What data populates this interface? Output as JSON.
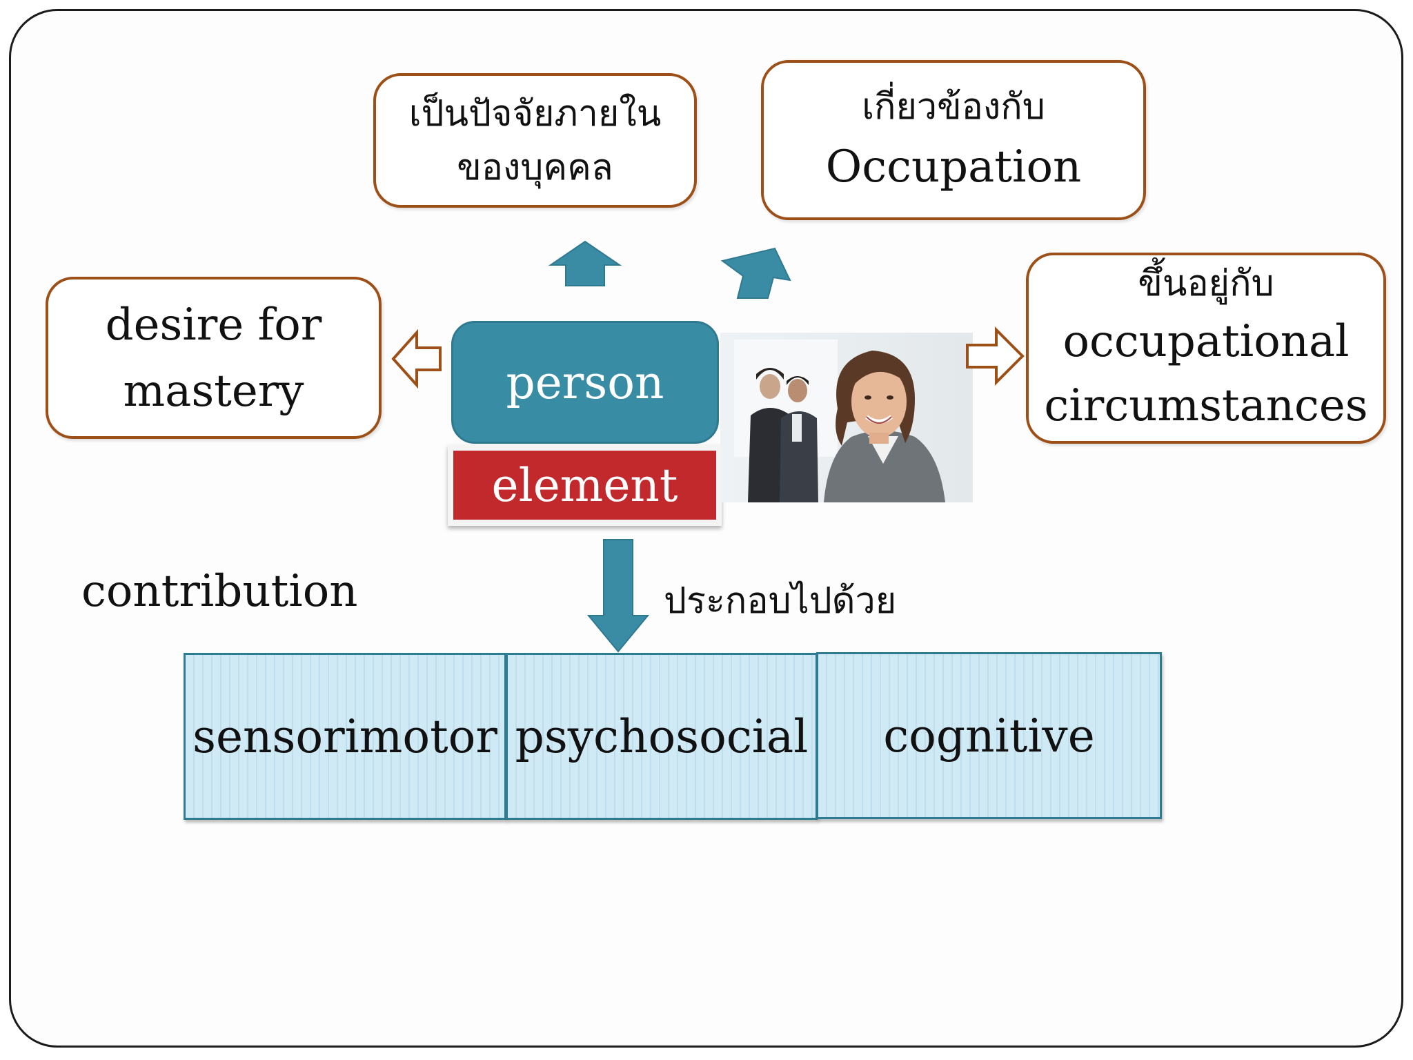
{
  "boxes": {
    "internal_factor": [
      "เป็นปัจจัยภายใน",
      "ของบุคคล"
    ],
    "related_occupation": [
      "เกี่ยวข้องกับ",
      "Occupation"
    ],
    "depends_on": [
      "ขึ้นอยู่กับ",
      "occupational",
      "circumstances"
    ],
    "desire_for_mastery": [
      "desire for",
      "mastery"
    ]
  },
  "center": {
    "person_label": "person",
    "element_label": "element"
  },
  "contribution_label": "contribution",
  "consists_of_label": "ประกอบไปด้วย",
  "components": [
    "sensorimotor",
    "psychosocial",
    "cognitive"
  ],
  "colors": {
    "box_border": "#9c4f17",
    "person_fill": "#388da5",
    "element_fill": "#c2292d",
    "arrow_fill": "#3a8ca4",
    "component_fill": "#cfe9f5"
  },
  "icons": {
    "photo": "businesswoman-photo"
  }
}
